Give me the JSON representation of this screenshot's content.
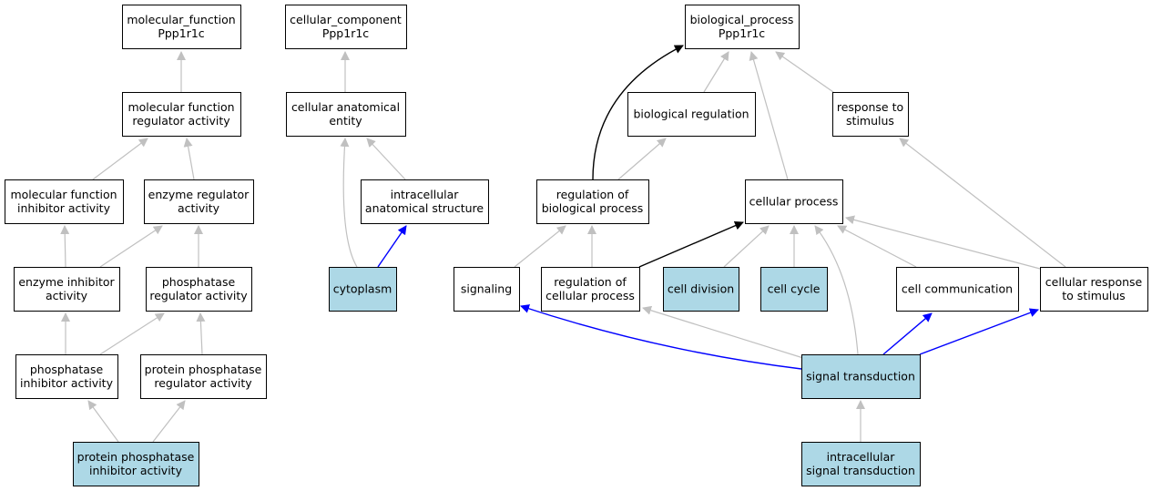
{
  "colors": {
    "highlight_fill": "#add8e6",
    "plain_fill": "#ffffff",
    "gray_edge": "#c0c0c0",
    "blue_edge": "#0000ff",
    "black_edge": "#000000"
  },
  "nodes": [
    {
      "id": "mf_root",
      "lines": [
        "molecular_function",
        "Ppp1r1c"
      ],
      "highlight": false
    },
    {
      "id": "mf_regulator",
      "lines": [
        "molecular function",
        "regulator activity"
      ],
      "highlight": false
    },
    {
      "id": "mf_inhibitor",
      "lines": [
        "molecular function",
        "inhibitor activity"
      ],
      "highlight": false
    },
    {
      "id": "enzyme_regulator",
      "lines": [
        "enzyme regulator",
        "activity"
      ],
      "highlight": false
    },
    {
      "id": "enzyme_inhibitor",
      "lines": [
        "enzyme inhibitor",
        "activity"
      ],
      "highlight": false
    },
    {
      "id": "phosphatase_regulator",
      "lines": [
        "phosphatase",
        "regulator activity"
      ],
      "highlight": false
    },
    {
      "id": "phosphatase_inhibitor",
      "lines": [
        "phosphatase",
        "inhibitor activity"
      ],
      "highlight": false
    },
    {
      "id": "protein_phosphatase_regulator",
      "lines": [
        "protein phosphatase",
        "regulator activity"
      ],
      "highlight": false
    },
    {
      "id": "protein_phosphatase_inhibitor",
      "lines": [
        "protein phosphatase",
        "inhibitor activity"
      ],
      "highlight": true
    },
    {
      "id": "cc_root",
      "lines": [
        "cellular_component",
        "Ppp1r1c"
      ],
      "highlight": false
    },
    {
      "id": "cellular_anatomical_entity",
      "lines": [
        "cellular anatomical",
        "entity"
      ],
      "highlight": false
    },
    {
      "id": "intracellular_anatomical_structure",
      "lines": [
        "intracellular",
        "anatomical structure"
      ],
      "highlight": false
    },
    {
      "id": "cytoplasm",
      "lines": [
        "cytoplasm"
      ],
      "highlight": true
    },
    {
      "id": "bp_root",
      "lines": [
        "biological_process",
        "Ppp1r1c"
      ],
      "highlight": false
    },
    {
      "id": "biological_regulation",
      "lines": [
        "biological regulation"
      ],
      "highlight": false
    },
    {
      "id": "response_to_stimulus",
      "lines": [
        "response to",
        "stimulus"
      ],
      "highlight": false
    },
    {
      "id": "regulation_of_biological_process",
      "lines": [
        "regulation of",
        "biological process"
      ],
      "highlight": false
    },
    {
      "id": "cellular_process",
      "lines": [
        "cellular process"
      ],
      "highlight": false
    },
    {
      "id": "signaling",
      "lines": [
        "signaling"
      ],
      "highlight": false
    },
    {
      "id": "regulation_of_cellular_process",
      "lines": [
        "regulation of",
        "cellular process"
      ],
      "highlight": false
    },
    {
      "id": "cell_division",
      "lines": [
        "cell division"
      ],
      "highlight": true
    },
    {
      "id": "cell_cycle",
      "lines": [
        "cell cycle"
      ],
      "highlight": true
    },
    {
      "id": "cell_communication",
      "lines": [
        "cell communication"
      ],
      "highlight": false
    },
    {
      "id": "cellular_response_to_stimulus",
      "lines": [
        "cellular response",
        "to stimulus"
      ],
      "highlight": false
    },
    {
      "id": "signal_transduction",
      "lines": [
        "signal transduction"
      ],
      "highlight": true
    },
    {
      "id": "intracellular_signal_transduction",
      "lines": [
        "intracellular",
        "signal transduction"
      ],
      "highlight": true
    }
  ],
  "edges": [
    {
      "from": "mf_regulator",
      "to": "mf_root",
      "color": "gray"
    },
    {
      "from": "mf_inhibitor",
      "to": "mf_regulator",
      "color": "gray"
    },
    {
      "from": "enzyme_regulator",
      "to": "mf_regulator",
      "color": "gray"
    },
    {
      "from": "enzyme_inhibitor",
      "to": "mf_inhibitor",
      "color": "gray"
    },
    {
      "from": "enzyme_inhibitor",
      "to": "enzyme_regulator",
      "color": "gray"
    },
    {
      "from": "phosphatase_regulator",
      "to": "enzyme_regulator",
      "color": "gray"
    },
    {
      "from": "phosphatase_inhibitor",
      "to": "enzyme_inhibitor",
      "color": "gray"
    },
    {
      "from": "phosphatase_inhibitor",
      "to": "phosphatase_regulator",
      "color": "gray"
    },
    {
      "from": "protein_phosphatase_regulator",
      "to": "phosphatase_regulator",
      "color": "gray"
    },
    {
      "from": "protein_phosphatase_inhibitor",
      "to": "phosphatase_inhibitor",
      "color": "gray"
    },
    {
      "from": "protein_phosphatase_inhibitor",
      "to": "protein_phosphatase_regulator",
      "color": "gray"
    },
    {
      "from": "cellular_anatomical_entity",
      "to": "cc_root",
      "color": "gray"
    },
    {
      "from": "intracellular_anatomical_structure",
      "to": "cellular_anatomical_entity",
      "color": "gray"
    },
    {
      "from": "cytoplasm",
      "to": "cellular_anatomical_entity",
      "color": "gray"
    },
    {
      "from": "cytoplasm",
      "to": "intracellular_anatomical_structure",
      "color": "blue"
    },
    {
      "from": "biological_regulation",
      "to": "bp_root",
      "color": "gray"
    },
    {
      "from": "response_to_stimulus",
      "to": "bp_root",
      "color": "gray"
    },
    {
      "from": "cellular_process",
      "to": "bp_root",
      "color": "gray"
    },
    {
      "from": "regulation_of_biological_process",
      "to": "bp_root",
      "color": "black"
    },
    {
      "from": "regulation_of_biological_process",
      "to": "biological_regulation",
      "color": "gray"
    },
    {
      "from": "signaling",
      "to": "regulation_of_biological_process",
      "color": "gray"
    },
    {
      "from": "regulation_of_cellular_process",
      "to": "regulation_of_biological_process",
      "color": "gray"
    },
    {
      "from": "regulation_of_cellular_process",
      "to": "cellular_process",
      "color": "black"
    },
    {
      "from": "cell_division",
      "to": "cellular_process",
      "color": "gray"
    },
    {
      "from": "cell_cycle",
      "to": "cellular_process",
      "color": "gray"
    },
    {
      "from": "cell_communication",
      "to": "cellular_process",
      "color": "gray"
    },
    {
      "from": "cellular_response_to_stimulus",
      "to": "cellular_process",
      "color": "gray"
    },
    {
      "from": "cellular_response_to_stimulus",
      "to": "response_to_stimulus",
      "color": "gray"
    },
    {
      "from": "signal_transduction",
      "to": "signaling",
      "color": "blue"
    },
    {
      "from": "signal_transduction",
      "to": "regulation_of_cellular_process",
      "color": "gray"
    },
    {
      "from": "signal_transduction",
      "to": "cellular_process",
      "color": "gray"
    },
    {
      "from": "signal_transduction",
      "to": "cell_communication",
      "color": "blue"
    },
    {
      "from": "signal_transduction",
      "to": "cellular_response_to_stimulus",
      "color": "blue"
    },
    {
      "from": "intracellular_signal_transduction",
      "to": "signal_transduction",
      "color": "gray"
    }
  ]
}
